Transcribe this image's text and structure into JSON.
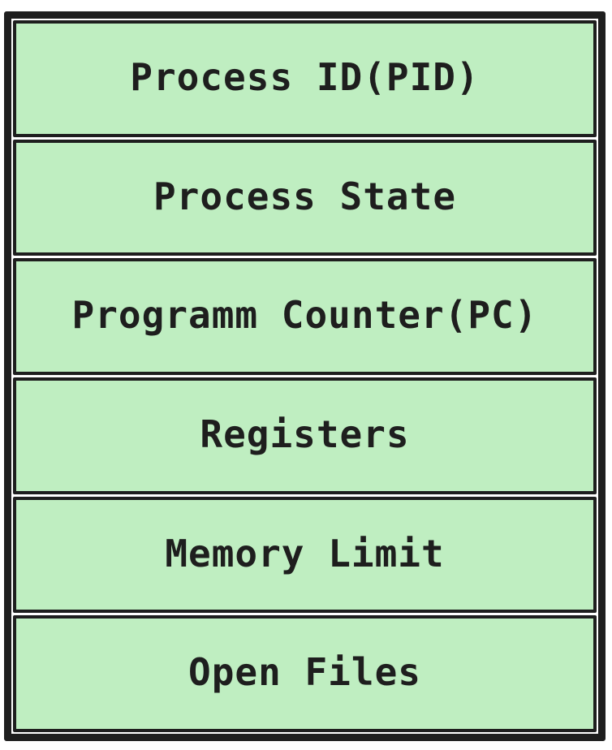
{
  "diagram": {
    "type": "stacked-block-diagram",
    "rows": [
      {
        "label": "Process ID(PID)"
      },
      {
        "label": "Process State"
      },
      {
        "label": "Programm Counter(PC)"
      },
      {
        "label": "Registers"
      },
      {
        "label": "Memory Limit"
      },
      {
        "label": "Open Files"
      }
    ],
    "colors": {
      "row_fill": "#bfeec1",
      "stroke": "#1e1e1e",
      "text": "#1e1e1e",
      "background": "#ffffff"
    }
  }
}
